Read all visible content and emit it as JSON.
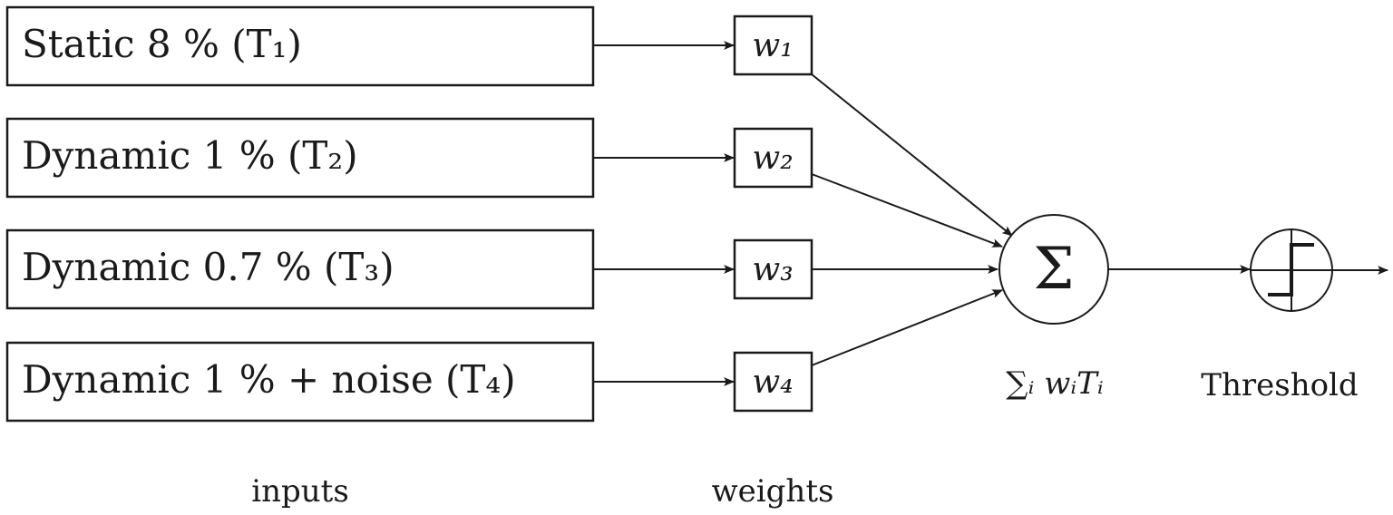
{
  "inputs": [
    {
      "label": "Static 8 % (T₁)"
    },
    {
      "label": "Dynamic 1 % (T₂)"
    },
    {
      "label": "Dynamic 0.7 % (T₃)"
    },
    {
      "label": "Dynamic 1 % + noise (T₄)"
    }
  ],
  "weights": [
    {
      "label": "w₁"
    },
    {
      "label": "w₂"
    },
    {
      "label": "w₃"
    },
    {
      "label": "w₄"
    }
  ],
  "sum": {
    "symbol": "Σ",
    "caption": "∑ᵢ wᵢTᵢ"
  },
  "threshold": {
    "caption": "Threshold"
  },
  "columns": {
    "inputs_caption": "inputs",
    "weights_caption": "weights"
  }
}
